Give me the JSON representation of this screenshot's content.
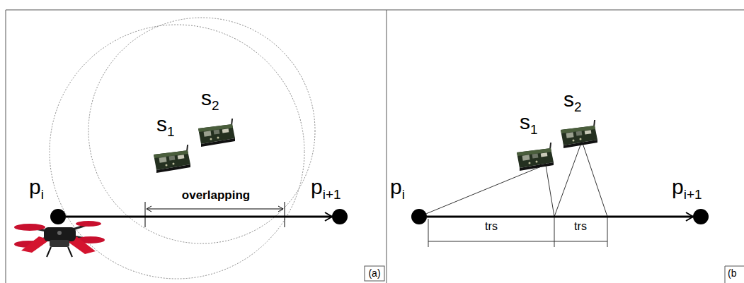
{
  "diagram": {
    "nodes": [
      {
        "text": [
          "p",
          "i"
        ]
      },
      {
        "text": [
          "s",
          "1"
        ]
      },
      {
        "text": [
          "s",
          "2"
        ]
      },
      {
        "text": [
          "p",
          "i+1"
        ]
      },
      {
        "text": [
          "p",
          "i"
        ]
      },
      {
        "text": [
          "s",
          "1"
        ]
      },
      {
        "text": [
          "s",
          "2"
        ]
      },
      {
        "text": [
          "p",
          "i+1"
        ]
      }
    ],
    "edges": [
      {
        "from": 0,
        "to": 3,
        "arrow": "to"
      },
      {
        "from": 4,
        "to": 7,
        "arrow": "to"
      },
      {
        "from": 4,
        "to": 5,
        "arrow": "none"
      }
    ],
    "labels": [
      "overlapping",
      "(a)",
      "trs",
      "trs",
      "(b"
    ]
  }
}
